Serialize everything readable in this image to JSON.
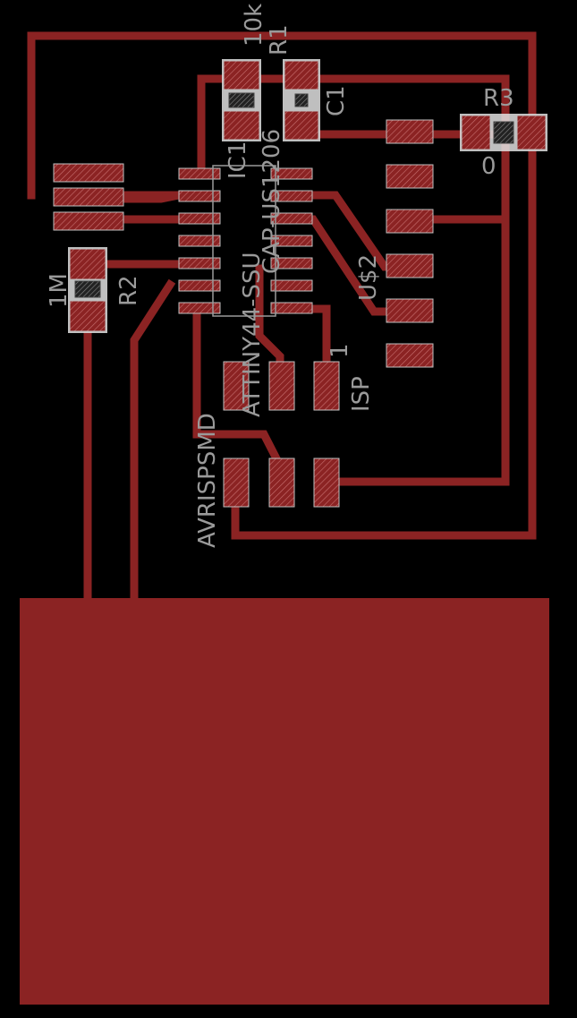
{
  "colors": {
    "background": "#000000",
    "copper": "#8b2323",
    "silkscreen": "#9a9a9a",
    "pad_outline": "#c0c0c0"
  },
  "labels": {
    "r1_value": "10k",
    "r1_name": "R1",
    "c1_name": "C1",
    "c1_package": "CAP-US1206",
    "ic1_name": "IC1",
    "ic1_part": "ATTINY44-SSU",
    "r3_name": "R3",
    "r3_value": "0",
    "r2_value": "1M",
    "r2_name": "R2",
    "u2_name": "U$2",
    "isp_pin1": "1",
    "isp_name": "ISP",
    "avr_name": "AVRISPSMD"
  }
}
